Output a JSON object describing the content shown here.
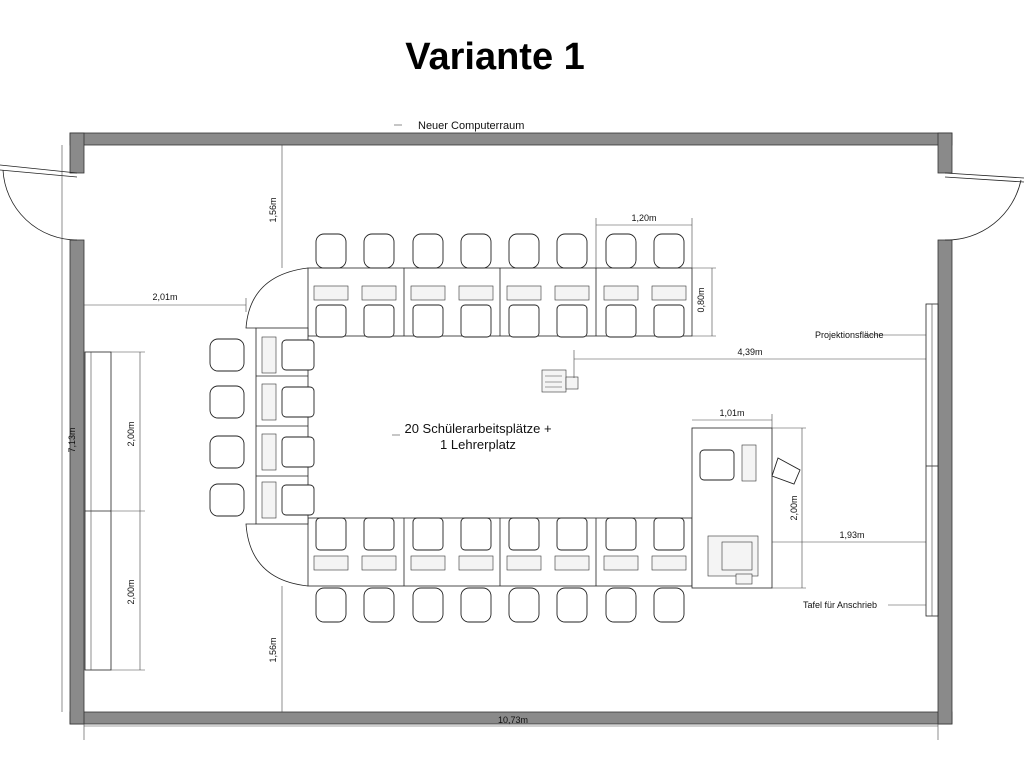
{
  "title": "Variante 1",
  "labels": {
    "room_name": "Neuer Computerraum",
    "workstations_line1": "20 Schülerarbeitsplätze +",
    "workstations_line2": "1 Lehrerplatz",
    "projection": "Projektionsfläche",
    "board": "Tafel für Anschrieb"
  },
  "dimensions": {
    "top_clearance": "1,56m",
    "bottom_clearance": "1,56m",
    "left_clearance": "2,01m",
    "desk_width": "1,20m",
    "desk_depth": "0,80m",
    "to_projection": "4,39m",
    "teacher_desk_width": "1,01m",
    "teacher_desk_length": "2,00m",
    "to_board": "1,93m",
    "board_segment_1": "2,00m",
    "board_segment_2": "2,00m",
    "room_depth": "7,13m",
    "room_width": "10,73m"
  }
}
